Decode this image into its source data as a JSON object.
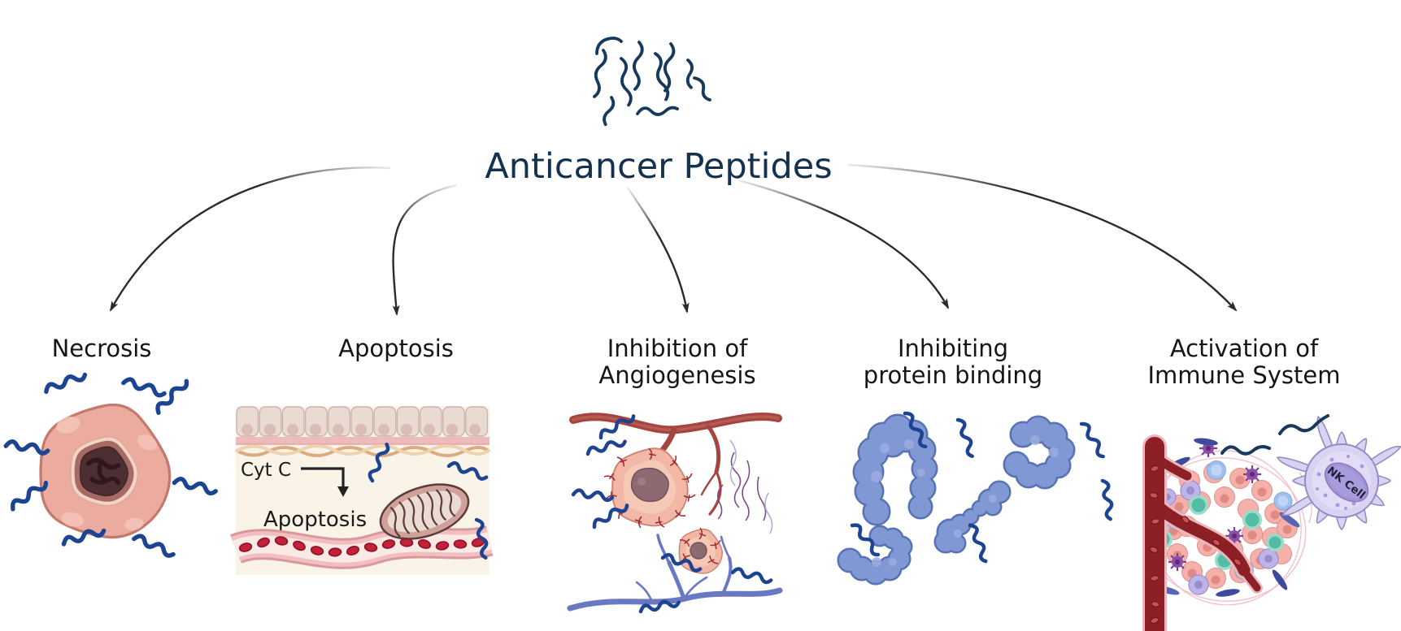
{
  "title": {
    "text": "Anticancer Peptides",
    "color": "#14324f"
  },
  "peptide_icon": {
    "name": "peptide-squiggles-icon"
  },
  "branches": [
    {
      "label1": "Necrosis",
      "label2": ""
    },
    {
      "label1": "Apoptosis",
      "label2": ""
    },
    {
      "label1": "Inhibition of",
      "label2": "Angiogenesis"
    },
    {
      "label1": "Inhibiting",
      "label2": "protein binding"
    },
    {
      "label1": "Activation of",
      "label2": "Immune System"
    }
  ],
  "panels": {
    "apoptosis": {
      "cyt_c_label": "Cyt C",
      "result_label": "Apoptosis"
    },
    "immune": {
      "nk_cell_label": "NK Cell"
    }
  },
  "colors": {
    "title_navy": "#14324f",
    "peptide_navy": "#17395c",
    "peptide_blue": "#1d4493",
    "arrow": "#2b2b2b",
    "label_text": "#151515",
    "necrosis_cell": "#ecab9f",
    "necrosis_core": "#4d2f33",
    "apoptosis_bg_cream": "#faf3e7",
    "vessel_wall_pink": "#f2bfc0",
    "rbc_red": "#c32138",
    "artery_red": "#a6453f",
    "vein_blue": "#6a78c4",
    "vein_purple": "#7b4e8e",
    "tumor_salmon": "#f2b7a5",
    "protein_periwinkle": "#8098d4",
    "immune_vessel_red": "#8c2026",
    "teal_cell": "#54bca4",
    "lightblue_cell": "#9fc0ec",
    "purple_cell": "#8a4fa8",
    "lavender_cell": "#beb4e8",
    "nk_cell_fill": "#d9d3f2"
  }
}
